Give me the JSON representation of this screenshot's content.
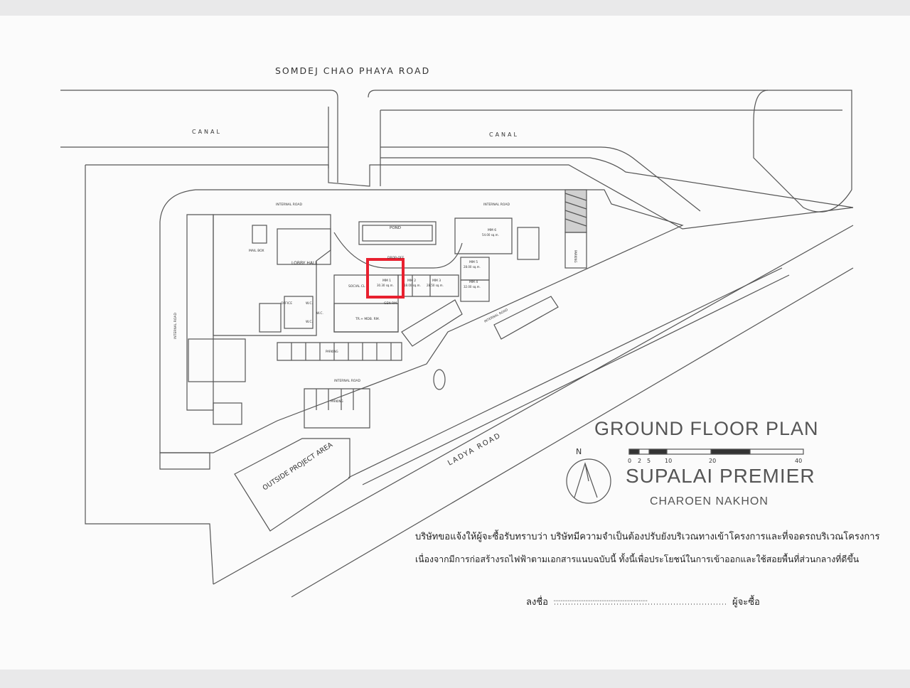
{
  "plan": {
    "title": "GROUND FLOOR PLAN",
    "project": "SUPALAI PREMIER",
    "subproject": "CHAROEN NAKHON",
    "north": "N",
    "scale_ticks": [
      "0",
      "2",
      "5",
      "10",
      "20",
      "40"
    ]
  },
  "roads": {
    "somdej": "SOMDEJ CHAO PHAYA ROAD",
    "canal_left": "CANAL",
    "canal_right": "CANAL",
    "ladya": "LADYA ROAD",
    "internal_top_left": "INTERNAL ROAD",
    "internal_top_right": "INTERNAL ROAD",
    "internal_left": "INTERNAL ROAD",
    "internal_bottom": "INTERNAL ROAD",
    "internal_right": "INTERNAL ROAD"
  },
  "areas": {
    "pond": "POND",
    "drop_off": "DROP-OFF",
    "lobby": "LOBBY HALL",
    "mailbox": "MAIL BOX",
    "office": "OFFICE",
    "wc1": "W.C.",
    "wc2": "W.C.",
    "wc3": "W.C.",
    "social": "SOCIAL CL",
    "tr_mdb": "TR.+ MDB. RM.",
    "gen": "GEN RM.",
    "parking": "PARKING",
    "parking_bottom": "PARKING",
    "parking_side": "PARKING",
    "outside_area": "OUTSIDE PROJECT AREA"
  },
  "units": [
    {
      "name": "MM 1",
      "size": "30.30 sq.m."
    },
    {
      "name": "MM 2",
      "size": "18.00 sq.m."
    },
    {
      "name": "MM 3",
      "size": "28.50 sq.m."
    },
    {
      "name": "MM 4",
      "size": "32.00 sq.m."
    },
    {
      "name": "MM 5",
      "size": "28.00 sq.m."
    },
    {
      "name": "MM 6",
      "size": "54.00 sq.m."
    }
  ],
  "highlight_color": "#e8202f",
  "notice": {
    "line1": "บริษัทขอแจ้งให้ผู้จะซื้อรับทราบว่า บริษัทมีความจำเป็นต้องปรับยังบริเวณทางเข้าโครงการและที่จอดรถบริเวณโครงการ",
    "line2": "เนื่องจากมีการก่อสร้างรถไฟฟ้าตามเอกสารแนบฉบับนี้ ทั้งนี้เพื่อประโยชน์ในการเข้าออกและใช้สอยพื้นที่ส่วนกลางที่ดีขึ้น",
    "sign_label": "ลงชื่อ",
    "sign_dots": ".....................................................",
    "buyer_label": "ผู้จะซื้อ"
  }
}
